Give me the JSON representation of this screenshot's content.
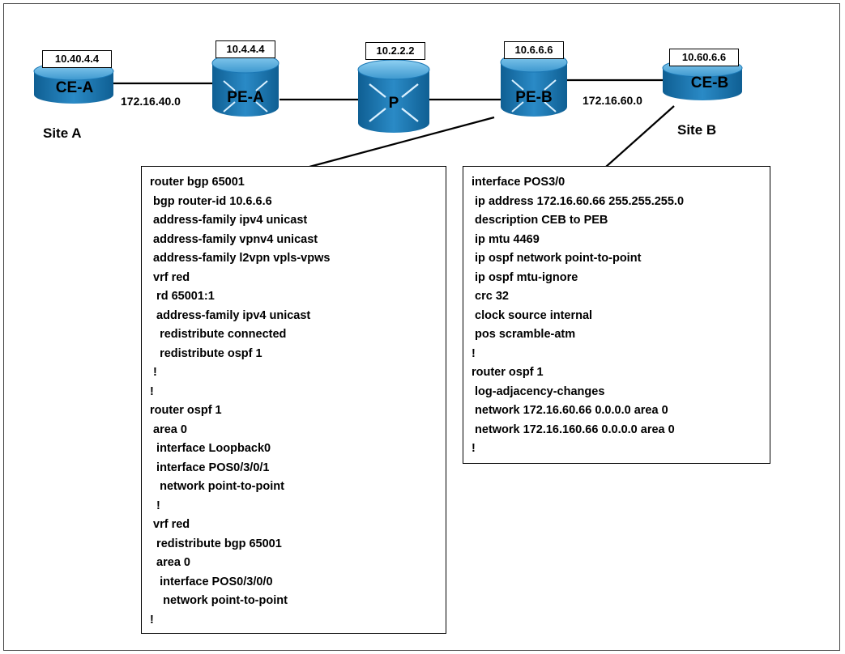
{
  "devices": {
    "ce_a": {
      "name": "CE-A",
      "ip": "10.40.4.4",
      "site": "Site A"
    },
    "pe_a": {
      "name": "PE-A",
      "ip": "10.4.4.4"
    },
    "p": {
      "name": "P",
      "ip": "10.2.2.2"
    },
    "pe_b": {
      "name": "PE-B",
      "ip": "10.6.6.6"
    },
    "ce_b": {
      "name": "CE-B",
      "ip": "10.60.6.6",
      "site": "Site B"
    }
  },
  "links": {
    "ce_a_pe_a": "172.16.40.0",
    "pe_b_ce_b": "172.16.60.0"
  },
  "colors": {
    "router_top": "#4ea7d8",
    "router_body": "#1b78b5",
    "router_dark": "#10507d",
    "line": "#000000"
  },
  "pe_b_config": {
    "lines": [
      "router bgp 65001",
      " bgp router-id 10.6.6.6",
      " address-family ipv4 unicast",
      " address-family vpnv4 unicast",
      " address-family l2vpn vpls-vpws",
      " vrf red",
      "  rd 65001:1",
      "  address-family ipv4 unicast",
      "   redistribute connected",
      "   redistribute ospf 1",
      " !",
      "!",
      "router ospf 1",
      " area 0",
      "  interface Loopback0",
      "  interface POS0/3/0/1",
      "   network point-to-point",
      "  !",
      " vrf red",
      "  redistribute bgp 65001",
      "  area 0",
      "   interface POS0/3/0/0",
      "    network point-to-point",
      "!"
    ]
  },
  "ce_b_config": {
    "lines": [
      "interface POS3/0",
      " ip address 172.16.60.66 255.255.255.0",
      " description CEB to PEB",
      " ip mtu 4469",
      " ip ospf network point-to-point",
      " ip ospf mtu-ignore",
      " crc 32",
      " clock source internal",
      " pos scramble-atm",
      "!",
      "router ospf 1",
      " log-adjacency-changes",
      " network 172.16.60.66 0.0.0.0 area 0",
      " network 172.16.160.66 0.0.0.0 area 0",
      "!"
    ]
  }
}
